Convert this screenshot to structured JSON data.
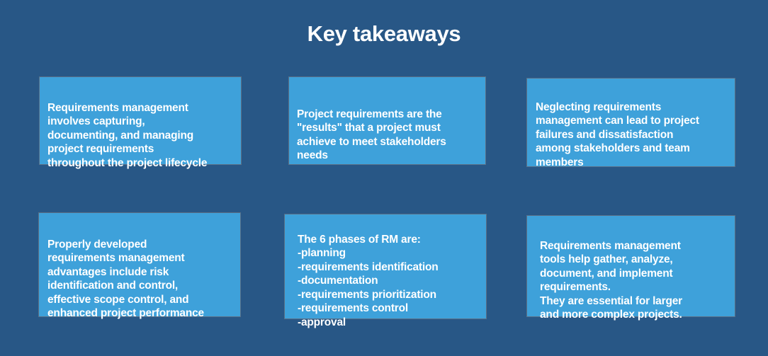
{
  "title": "Key takeaways",
  "colors": {
    "background": "#285786",
    "card": "#3ea1da",
    "text": "#ffffff"
  },
  "cards": [
    {
      "text": "Requirements management\ninvolves capturing,\ndocumenting, and managing\nproject requirements\nthroughout the project lifecycle"
    },
    {
      "text": "Project requirements are the\n\"results\" that a project must\nachieve to meet stakeholders\nneeds"
    },
    {
      "text": "Neglecting requirements\nmanagement can lead to project\nfailures and dissatisfaction\namong stakeholders and team\nmembers"
    },
    {
      "text": "Properly developed\nrequirements management\nadvantages include risk\nidentification and control,\neffective scope control, and\nenhanced project performance"
    },
    {
      "text": "The 6 phases of RM are:\n-planning\n-requirements identification\n-documentation\n-requirements prioritization\n-requirements control\n-approval"
    },
    {
      "text": "Requirements management\ntools help  gather, analyze,\ndocument, and implement\nrequirements.\nThey are essential for larger\nand more complex projects."
    }
  ]
}
